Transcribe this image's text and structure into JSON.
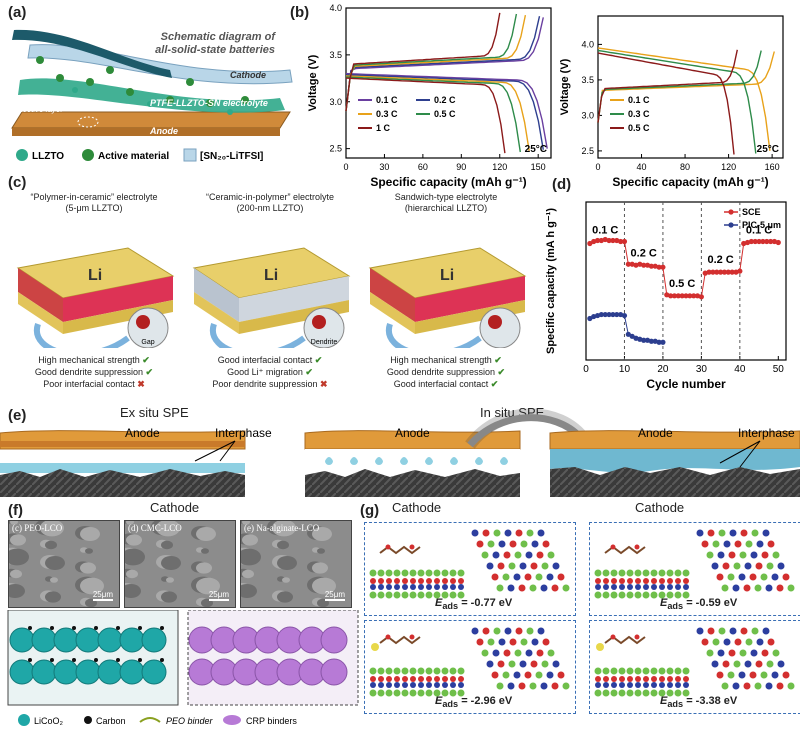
{
  "panel_a": {
    "label": "(a)",
    "title_line1": "Schematic diagram of",
    "title_line2": "all-solid-state batteries",
    "cathode": "Cathode",
    "electrolyte": "PTFE-LLZTO-SN electrolyte",
    "protective": "Protective layer",
    "anode": "Anode",
    "legend": [
      "LLZTO",
      "Active material",
      "[SN₂₀-LiTFSI]"
    ],
    "colors": {
      "llzto": "#2fa98a",
      "active": "#2e8b3a",
      "cathode": "#b9d6e8",
      "anode": "#d08a3a"
    }
  },
  "panel_b": {
    "label": "(b)"
  },
  "panel_c": {
    "label": "(c)",
    "columns": [
      {
        "title1": "“Polymer-in-ceramic” electrolyte",
        "title2": "(5-μm LLZTO)",
        "li": "Li",
        "notes": [
          {
            "t": "High mechanical strength",
            "ok": true
          },
          {
            "t": "Good dendrite suppression",
            "ok": true
          },
          {
            "t": "Poor interfacial contact",
            "ok": false
          }
        ],
        "inset": "Gap"
      },
      {
        "title1": "“Ceramic-in-polymer” electrolyte",
        "title2": "(200-nm LLZTO)",
        "li": "Li",
        "notes": [
          {
            "t": "Good interfacial contact",
            "ok": true
          },
          {
            "t": "Good Li⁺ migration",
            "ok": true
          },
          {
            "t": "Poor dendrite suppression",
            "ok": false
          }
        ],
        "inset": "Dendrite"
      },
      {
        "title1": "Sandwich-type electrolyte",
        "title2": "(hierarchical LLZTO)",
        "li": "Li",
        "notes": [
          {
            "t": "High mechanical strength",
            "ok": true
          },
          {
            "t": "Good dendrite suppression",
            "ok": true
          },
          {
            "t": "Good interfacial contact",
            "ok": true
          }
        ],
        "inset": ""
      }
    ],
    "check_symbol": "✔",
    "cross_symbol": "✖"
  },
  "panel_d": {
    "label": "(d)"
  },
  "panel_e": {
    "label": "(e)",
    "ex_situ": "Ex situ SPE",
    "in_situ": "In situ SPE",
    "anode": "Anode",
    "interphase": "Interphase"
  },
  "panel_f": {
    "label": "(f)",
    "cathode": "Cathode",
    "sem": [
      {
        "label": "(c) PEO-LCO",
        "scale": "25μm"
      },
      {
        "label": "(d) CMC-LCO",
        "scale": "25μm"
      },
      {
        "label": "(e) Na-alginate-LCO",
        "scale": "25μm"
      }
    ],
    "legend": [
      "LiCoO₂",
      "Carbon",
      "PEO binder",
      "CRP binders"
    ],
    "colors": {
      "licoo2": "#1fa7a7",
      "crp": "#b77ad6"
    }
  },
  "panel_g": {
    "label": "(g)",
    "cathode": "Cathode",
    "e_prefix": "E",
    "e_sub": "ads",
    "energies": [
      "= -0.77 eV",
      "= -0.59 eV",
      "= -2.96 eV",
      "= -3.38 eV"
    ]
  },
  "chart_data": [
    {
      "id": "b-left",
      "type": "line",
      "title": "",
      "xlabel": "Specific capacity (mAh g⁻¹)",
      "ylabel": "Voltage (V)",
      "xlim": [
        0,
        160
      ],
      "ylim": [
        2.4,
        4.0
      ],
      "xticks": [
        0,
        30,
        60,
        90,
        120,
        150
      ],
      "yticks": [
        2.5,
        3.0,
        3.5,
        4.0
      ],
      "annotation": "25°C",
      "legend_position": "bottom-left",
      "series": [
        {
          "name": "0.1 C",
          "color": "#6a3fa0",
          "charge_end": 154,
          "discharge_end": 157
        },
        {
          "name": "0.2 C",
          "color": "#2e3f8f",
          "charge_end": 151,
          "discharge_end": 154
        },
        {
          "name": "0.3 C",
          "color": "#e8a21a",
          "charge_end": 140,
          "discharge_end": 143
        },
        {
          "name": "0.5 C",
          "color": "#2e8b4a",
          "charge_end": 133,
          "discharge_end": 136
        },
        {
          "name": "1 C",
          "color": "#8b1a1a",
          "charge_end": 120,
          "discharge_end": 124
        }
      ]
    },
    {
      "id": "b-right",
      "type": "line",
      "title": "",
      "xlabel": "Specific capacity (mAh g⁻¹)",
      "ylabel": "Voltage (V)",
      "xlim": [
        0,
        170
      ],
      "ylim": [
        2.4,
        4.4
      ],
      "xticks": [
        0,
        40,
        80,
        120,
        160
      ],
      "yticks": [
        2.5,
        3.0,
        3.5,
        4.0
      ],
      "annotation": "25°C",
      "legend_position": "bottom-left",
      "series": [
        {
          "name": "0.1 C",
          "color": "#e8a21a",
          "charge_end": 162,
          "discharge_end": 158
        },
        {
          "name": "0.3 C",
          "color": "#2e8b4a",
          "charge_end": 150,
          "discharge_end": 145
        },
        {
          "name": "0.5 C",
          "color": "#8b1a1a",
          "charge_end": 128,
          "discharge_end": 125
        }
      ]
    },
    {
      "id": "d",
      "type": "scatter",
      "title": "",
      "xlabel": "Cycle number",
      "ylabel": "Specific capacity (mA h g⁻¹)",
      "xlim": [
        0,
        52
      ],
      "ylim": [
        0,
        160
      ],
      "xticks": [
        0,
        10,
        20,
        30,
        40,
        50
      ],
      "yticks": [],
      "legend_position": "top-right",
      "rate_labels": [
        "0.1 C",
        "0.2 C",
        "0.5 C",
        "0.2 C",
        "0.1 C"
      ],
      "series": [
        {
          "name": "SCE",
          "color": "#d32f2f",
          "x": [
            1,
            2,
            3,
            4,
            5,
            6,
            7,
            8,
            9,
            10,
            11,
            12,
            13,
            14,
            15,
            16,
            17,
            18,
            19,
            20,
            21,
            22,
            23,
            24,
            25,
            26,
            27,
            28,
            29,
            30,
            31,
            32,
            33,
            34,
            35,
            36,
            37,
            38,
            39,
            40,
            41,
            42,
            43,
            44,
            45,
            46,
            47,
            48,
            49,
            50
          ],
          "y": [
            118,
            120,
            121,
            121,
            122,
            121,
            121,
            121,
            120,
            120,
            97,
            97,
            96,
            97,
            96,
            96,
            95,
            95,
            94,
            94,
            66,
            65,
            65,
            65,
            65,
            65,
            65,
            65,
            65,
            64,
            88,
            89,
            89,
            89,
            89,
            89,
            89,
            89,
            89,
            90,
            118,
            119,
            120,
            120,
            120,
            120,
            120,
            120,
            120,
            119
          ]
        },
        {
          "name": "PIC-5 μm",
          "color": "#2c3e8f",
          "x": [
            1,
            2,
            3,
            4,
            5,
            6,
            7,
            8,
            9,
            10,
            11,
            12,
            13,
            14,
            15,
            16,
            17,
            18,
            19,
            20
          ],
          "y": [
            42,
            44,
            45,
            46,
            46,
            46,
            46,
            46,
            46,
            45,
            26,
            24,
            22,
            21,
            20,
            20,
            19,
            19,
            18,
            18
          ]
        }
      ]
    }
  ]
}
